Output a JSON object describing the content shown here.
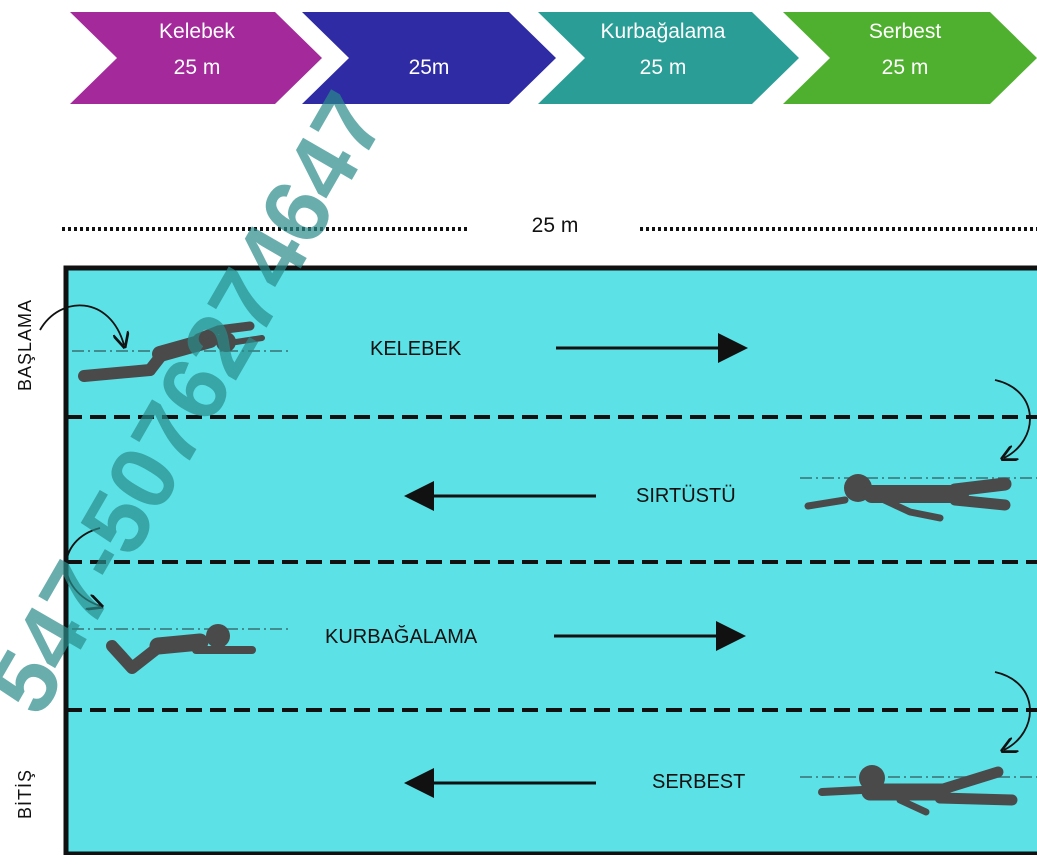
{
  "stages": [
    {
      "name": "Kelebek",
      "distance": "25 m",
      "color": "#a4299b"
    },
    {
      "name": "",
      "distance": "25m",
      "color": "#2e2ba4"
    },
    {
      "name": "Kurbağalama",
      "distance": "25 m",
      "color": "#2a9e96"
    },
    {
      "name": "Serbest",
      "distance": "25 m",
      "color": "#4fb02f"
    }
  ],
  "pool": {
    "length_label": "25 m",
    "water_color": "#5ce1e6",
    "start_label": "BAŞLAMA",
    "finish_label": "BİTİŞ",
    "lanes": [
      {
        "label": "KELEBEK",
        "direction": "right"
      },
      {
        "label": "SIRTÜSTÜ",
        "direction": "left"
      },
      {
        "label": "KURBAĞALAMA",
        "direction": "right"
      },
      {
        "label": "SERBEST",
        "direction": "left"
      }
    ]
  },
  "watermark": "547-5076274647"
}
